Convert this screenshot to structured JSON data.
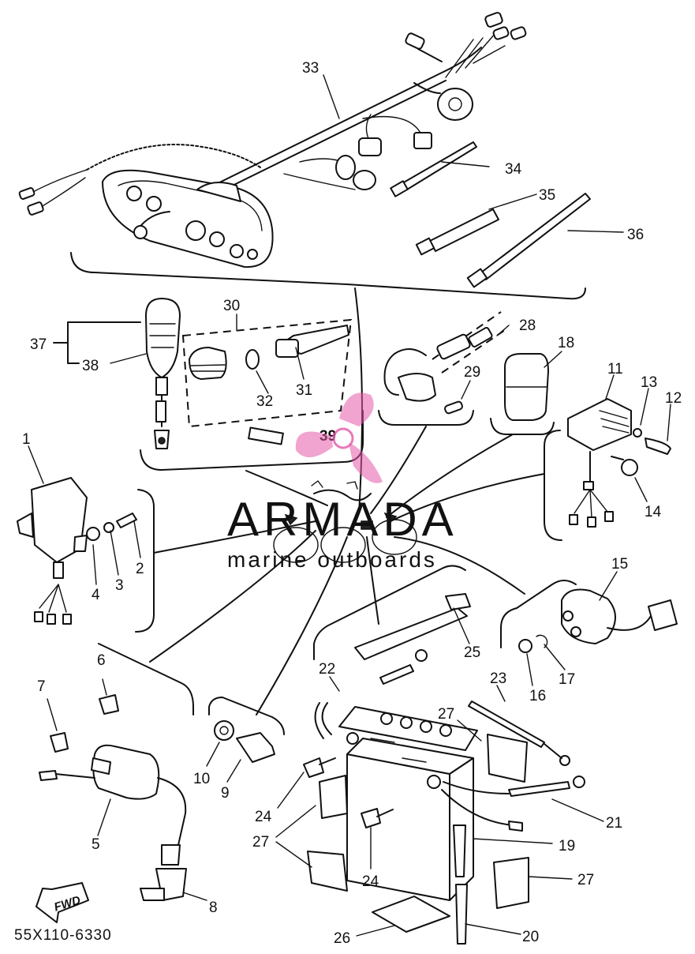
{
  "diagram_code": "55X110-6330",
  "fwd_label": "FWD",
  "watermark": {
    "brand": "ARMADA",
    "tagline": "marine outboards",
    "color": "#e35aa8"
  },
  "callouts": [
    "1",
    "2",
    "3",
    "4",
    "5",
    "6",
    "7",
    "8",
    "9",
    "10",
    "11",
    "12",
    "13",
    "14",
    "15",
    "16",
    "17",
    "18",
    "19",
    "20",
    "21",
    "22",
    "23",
    "24",
    "24",
    "25",
    "26",
    "27",
    "27",
    "27",
    "27",
    "28",
    "29",
    "30",
    "31",
    "32",
    "33",
    "34",
    "35",
    "36",
    "37",
    "38",
    "39"
  ]
}
